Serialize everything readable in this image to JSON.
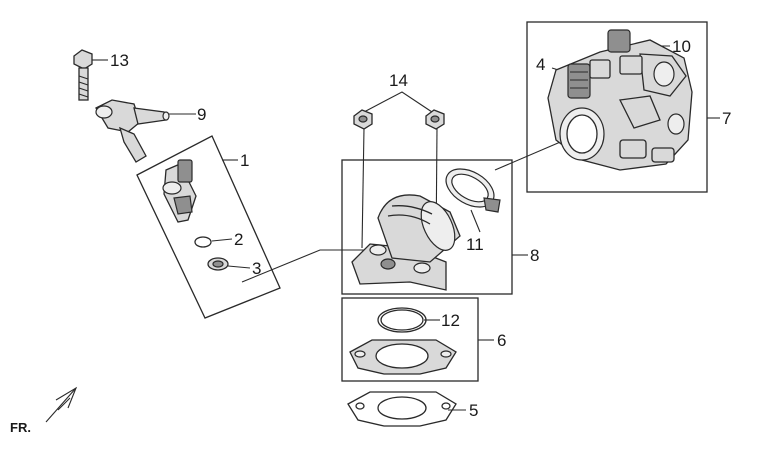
{
  "callouts": {
    "c1": "1",
    "c2": "2",
    "c3": "3",
    "c4": "4",
    "c5": "5",
    "c6": "6",
    "c7": "7",
    "c8": "8",
    "c9": "9",
    "c10": "10",
    "c11": "11",
    "c12": "12",
    "c13": "13",
    "c14": "14"
  },
  "orientation": {
    "label": "FR."
  }
}
